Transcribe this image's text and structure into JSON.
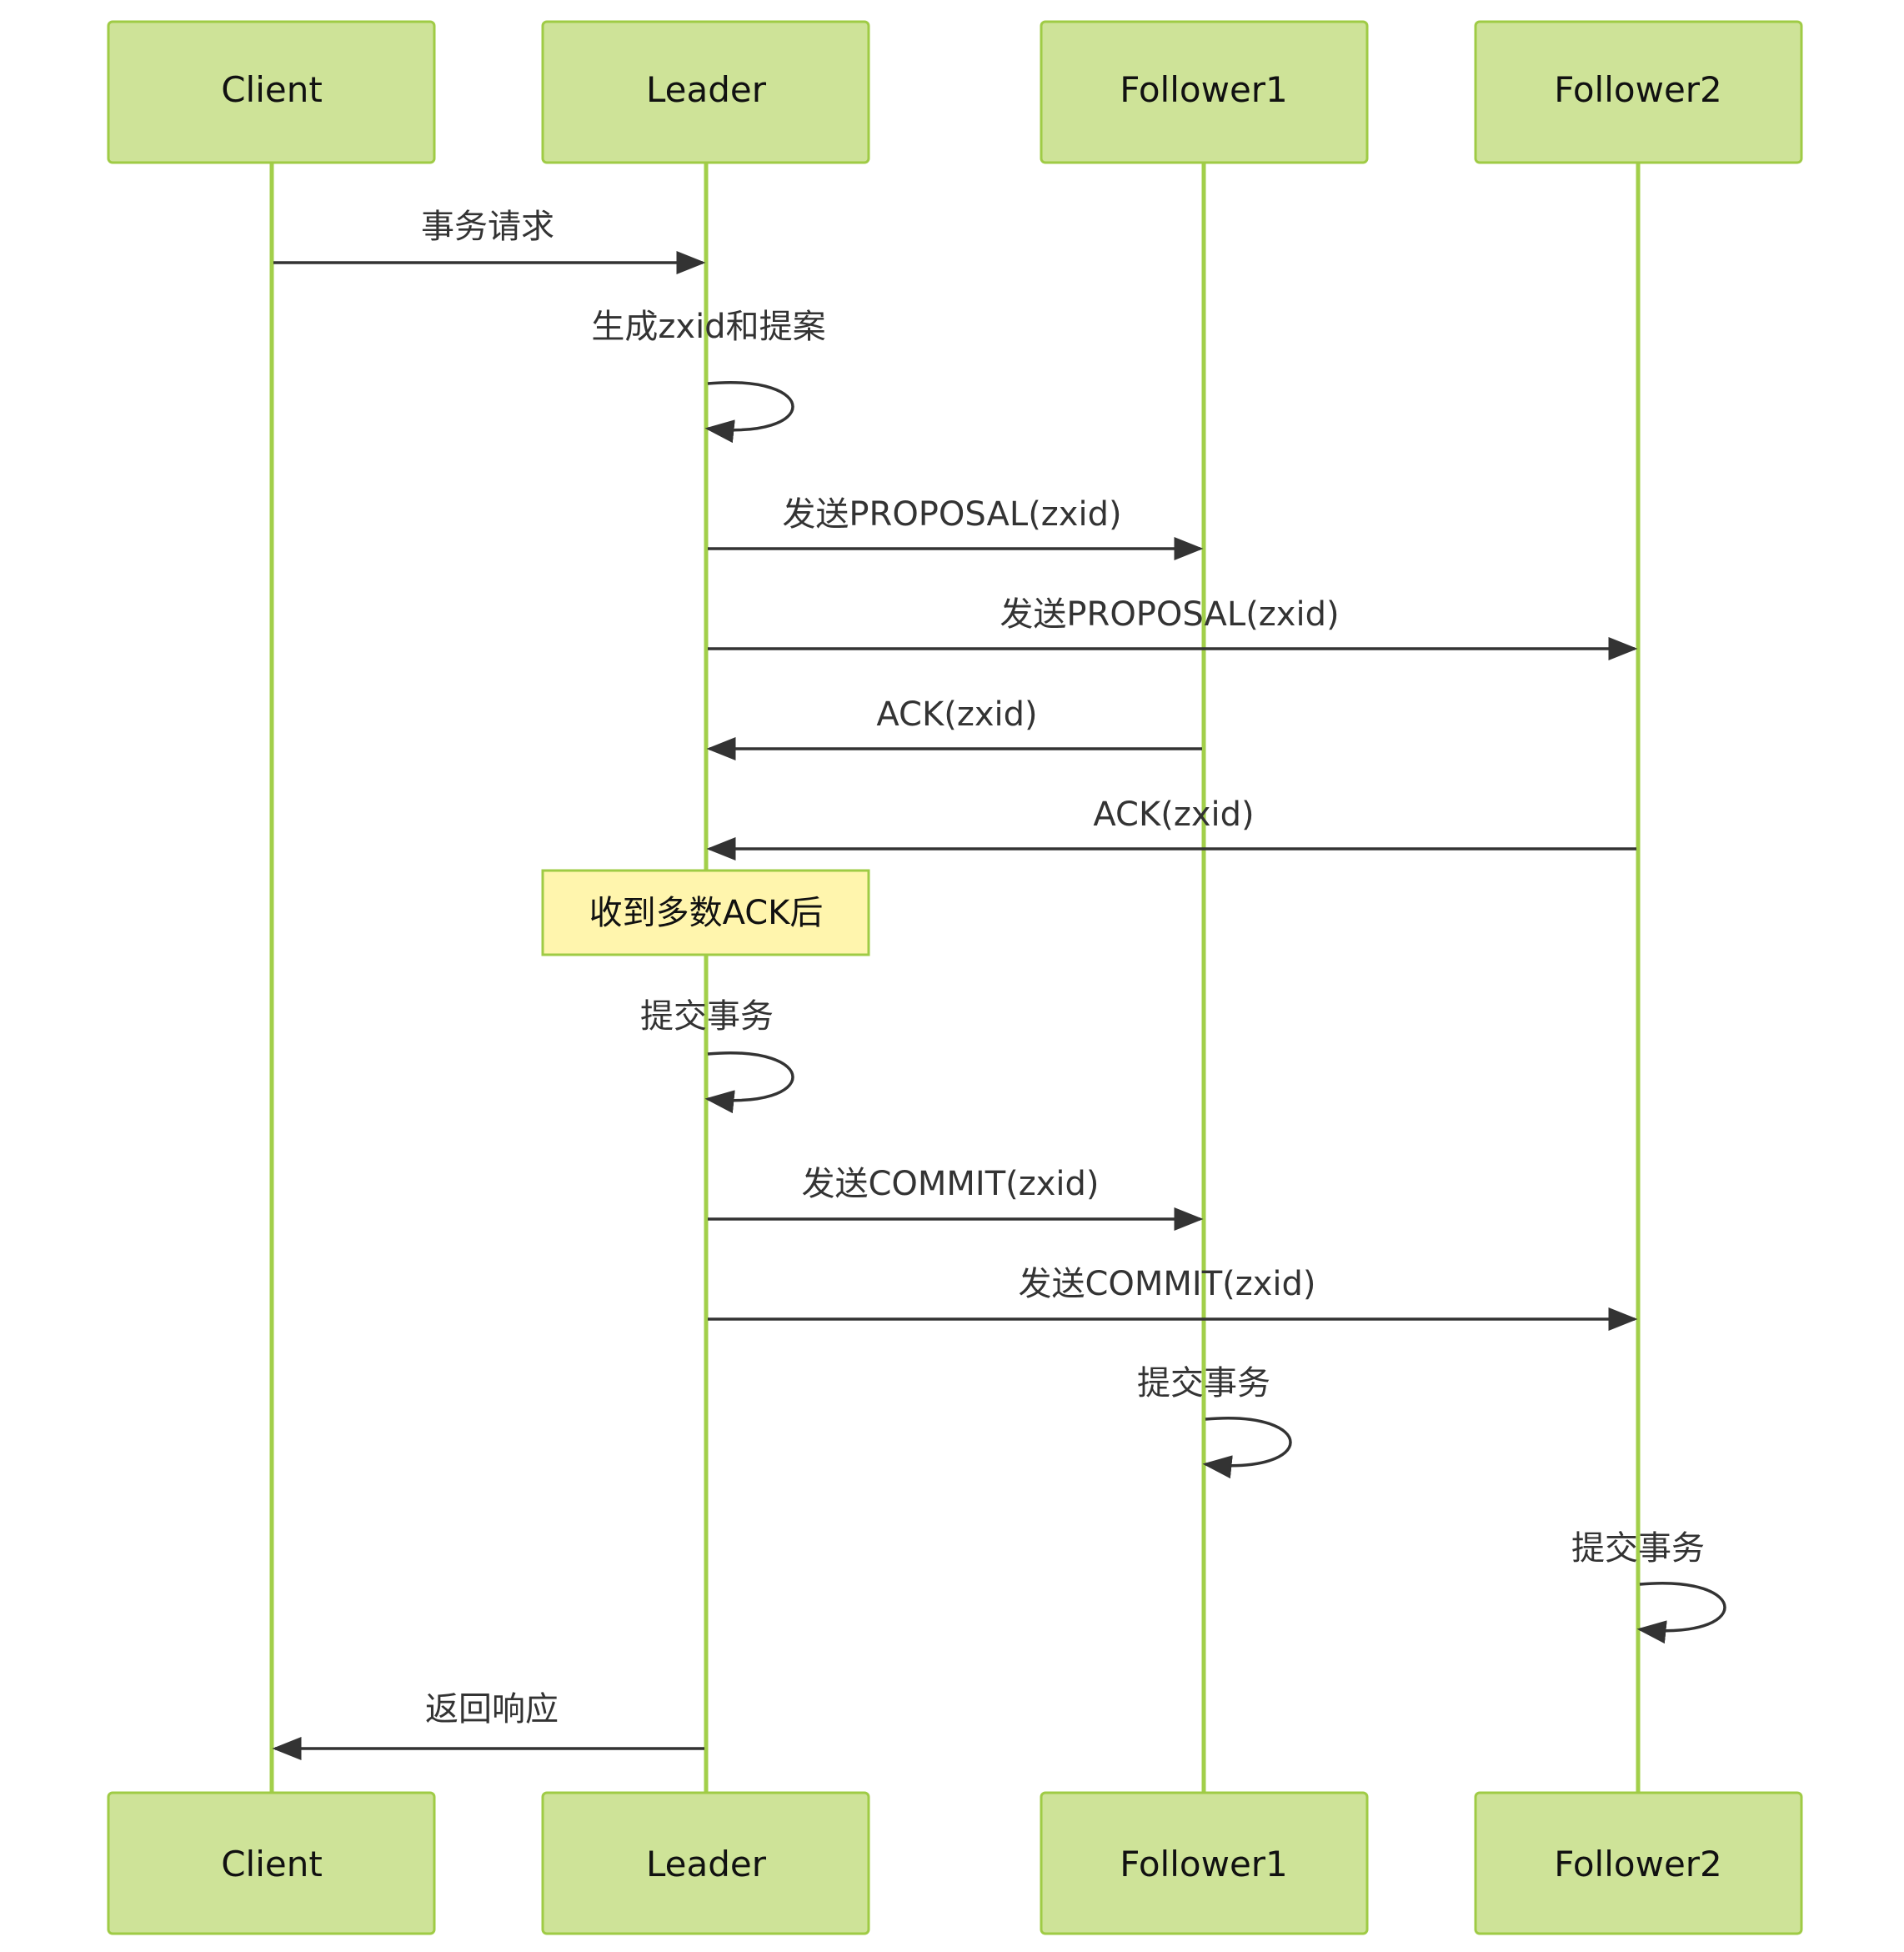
{
  "participants": [
    {
      "id": "client",
      "label": "Client"
    },
    {
      "id": "leader",
      "label": "Leader"
    },
    {
      "id": "follower1",
      "label": "Follower1"
    },
    {
      "id": "follower2",
      "label": "Follower2"
    }
  ],
  "messages": [
    {
      "from": "client",
      "to": "leader",
      "text": "事务请求"
    },
    {
      "from": "leader",
      "to": "leader",
      "text": "生成zxid和提案"
    },
    {
      "from": "leader",
      "to": "follower1",
      "text": "发送PROPOSAL(zxid)"
    },
    {
      "from": "leader",
      "to": "follower2",
      "text": "发送PROPOSAL(zxid)"
    },
    {
      "from": "follower1",
      "to": "leader",
      "text": "ACK(zxid)"
    },
    {
      "from": "follower2",
      "to": "leader",
      "text": "ACK(zxid)"
    },
    {
      "from": "leader",
      "to": "leader",
      "text": "提交事务"
    },
    {
      "from": "leader",
      "to": "follower1",
      "text": "发送COMMIT(zxid)"
    },
    {
      "from": "leader",
      "to": "follower2",
      "text": "发送COMMIT(zxid)"
    },
    {
      "from": "follower1",
      "to": "follower1",
      "text": "提交事务"
    },
    {
      "from": "follower2",
      "to": "follower2",
      "text": "提交事务"
    },
    {
      "from": "leader",
      "to": "client",
      "text": "返回响应"
    }
  ],
  "note": {
    "over": "leader",
    "text": "收到多数ACK后"
  },
  "colors": {
    "actor_fill": "#cee398",
    "actor_border": "#9fcb45",
    "lifeline": "#a2cf4a",
    "note_fill": "#fff5ad",
    "message": "#333333"
  }
}
